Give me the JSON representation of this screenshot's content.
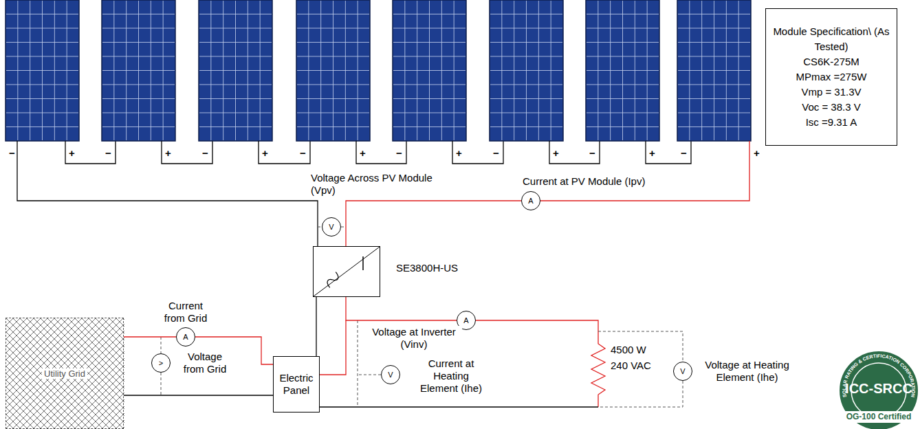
{
  "diagram": {
    "nodes": [
      {
        "text": [
          "Module Specification\\ (As Tested)",
          "CS6K-275M",
          "MPmax =275W",
          "Vmp = 31.3V",
          "Voc = 38.3 V",
          "Isc =9.31 A"
        ]
      },
      {
        "text": [
          "V"
        ]
      },
      {
        "text": [
          "A"
        ]
      },
      {
        "text": [
          "SE3800H-US"
        ]
      },
      {
        "text": [
          "Utility Grid"
        ]
      },
      {
        "text": [
          "A"
        ]
      },
      {
        "text": [
          "Electric Panel"
        ]
      },
      {
        "text": [
          ">"
        ]
      },
      {
        "text": [
          "V"
        ]
      },
      {
        "text": [
          "A"
        ]
      },
      {
        "text": [
          "V"
        ]
      }
    ],
    "edges": [
      {
        "from": 4,
        "to": 5,
        "arrow": "none"
      },
      {
        "from": 5,
        "to": 6,
        "arrow": "none"
      },
      {
        "from": 4,
        "to": 6,
        "arrow": "none"
      },
      {
        "from": 3,
        "to": 6,
        "arrow": "none"
      },
      {
        "from": 3,
        "to": 9,
        "arrow": "none"
      },
      {
        "from": 3,
        "to": 2,
        "arrow": "none"
      }
    ],
    "labels": [
      "−",
      "+",
      "−",
      "+",
      "−",
      "+",
      "−",
      "+",
      "−",
      "+",
      "−",
      "+",
      "−",
      "+",
      "−",
      "+",
      "Voltage Across PV Module (Vpv)",
      "Current at PV Module (Ipv)",
      "Current from Grid",
      "Voltage from Grid",
      "Voltage at Inverter (Vinv)",
      "Current at Heating Element (Ihe)",
      "4500 W",
      "240 VAC",
      "Voltage at Heating Element (Ihe)",
      "SOLAR RATING & CERTIFICATION CORPORATION",
      "ICC-SRCC",
      "OG-100 Certified"
    ]
  }
}
